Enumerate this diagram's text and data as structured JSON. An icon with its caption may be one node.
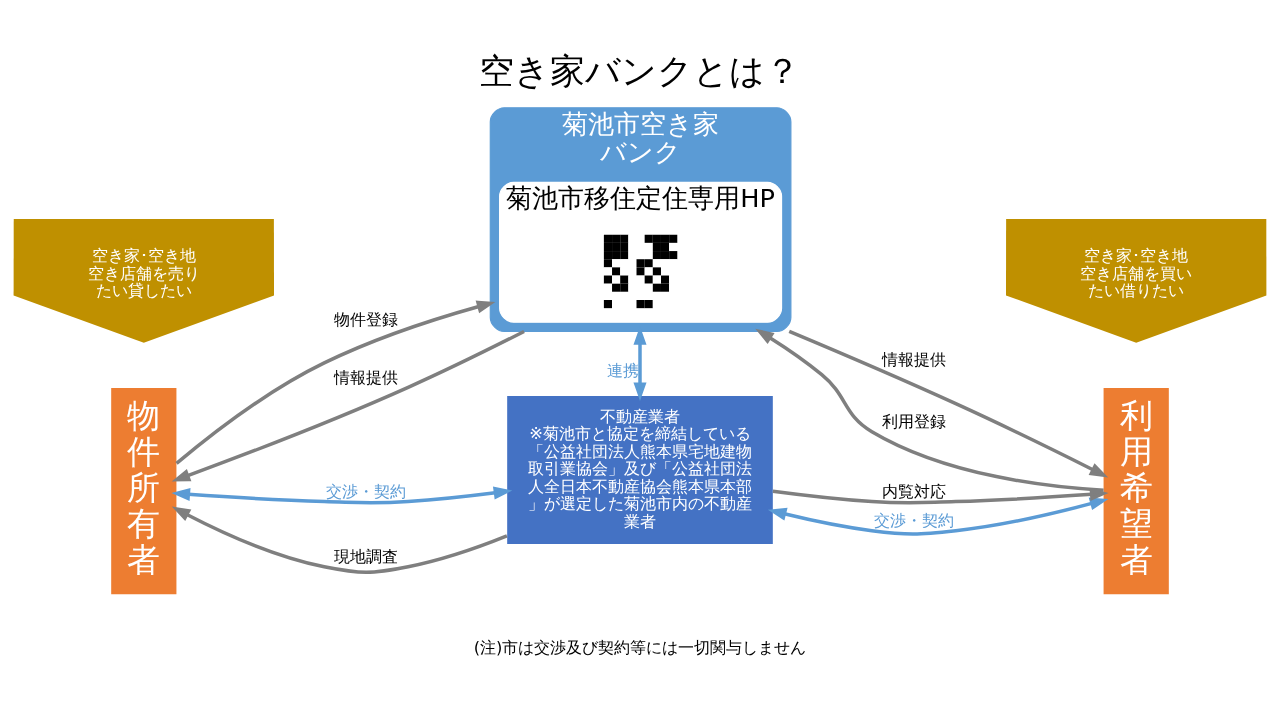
{
  "diagram": {
    "title": "空き家バンクとは？",
    "caption": "(注)市は交渉及び契約等には一切関与しません",
    "nodes": [
      {
        "text": [
          "空き家･空き地空き店舗を売りたい貸したい"
        ]
      },
      {
        "text": [
          "物件所有者"
        ]
      },
      {
        "text": [
          "菊池市空き家バンク"
        ]
      },
      {
        "text": [
          "菊池市移住定住専用HP"
        ],
        "in": 2
      },
      {
        "text": [],
        "shape": "picture",
        "in": 3
      },
      {
        "text": [
          "空き家･空き地空き店舗を買いたい借りたい"
        ]
      },
      {
        "text": [
          "利用希望者"
        ]
      },
      {
        "text": [
          "不動産業者",
          "※菊池市と協定を締結している「公益社団法人熊本県宅地建物取引業協会」及び「公益社団法人全日本不動産協会熊本県本部」が選定した菊池市内の不動産業者"
        ]
      }
    ],
    "edges": [
      {
        "from": 1,
        "to": 2,
        "arrow": "to",
        "label": "物件登録"
      },
      {
        "from": 2,
        "to": 1,
        "arrow": "to",
        "label": "情報提供"
      },
      {
        "from": 2,
        "to": 6,
        "arrow": "to",
        "label": "情報提供"
      },
      {
        "from": 6,
        "to": 2,
        "arrow": "to",
        "label": "利用登録"
      },
      {
        "from": 2,
        "to": 7,
        "arrow": "both",
        "label": "連携",
        "color": "#5b9bd5"
      },
      {
        "from": 7,
        "to": 1,
        "arrow": "to",
        "label": "現地調査"
      },
      {
        "from": 7,
        "to": 6,
        "arrow": "to",
        "label": "内覧対応"
      },
      {
        "from": 1,
        "to": 7,
        "arrow": "both",
        "label": "交渉・契約",
        "color": "#5b9bd5"
      },
      {
        "from": 6,
        "to": 7,
        "arrow": "both",
        "label": "交渉・契約",
        "color": "#5b9bd5"
      }
    ]
  }
}
